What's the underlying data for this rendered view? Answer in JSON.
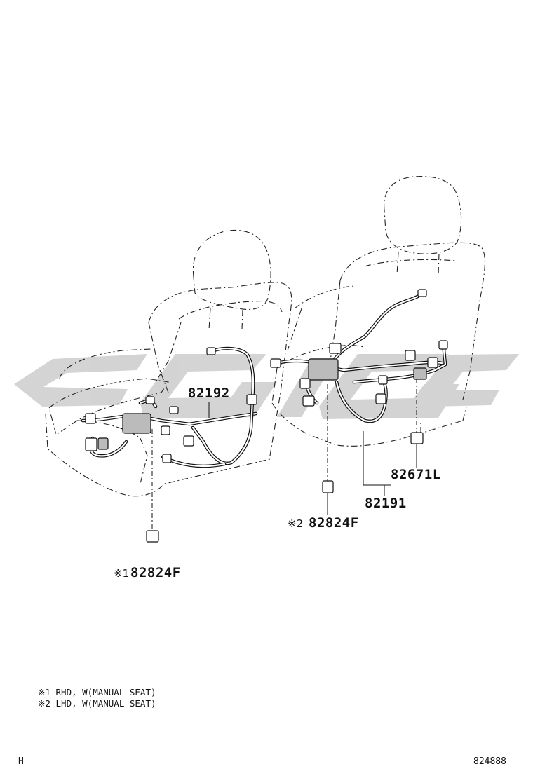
{
  "diagram": {
    "part_labels": {
      "p82192": "82192",
      "p82671L": "82671L",
      "p82191": "82191",
      "p82824F_a": "82824F",
      "p82824F_b": "82824F"
    },
    "reference_marks": {
      "m1": "※1",
      "m2": "※2"
    },
    "notes": [
      "※1 RHD, W(MANUAL SEAT)",
      "※2 LHD, W(MANUAL SEAT)"
    ],
    "footer": {
      "left_code": "H",
      "right_code": "824888"
    },
    "colors": {
      "line": "#111111",
      "watermark": "#cfcfcf"
    }
  }
}
